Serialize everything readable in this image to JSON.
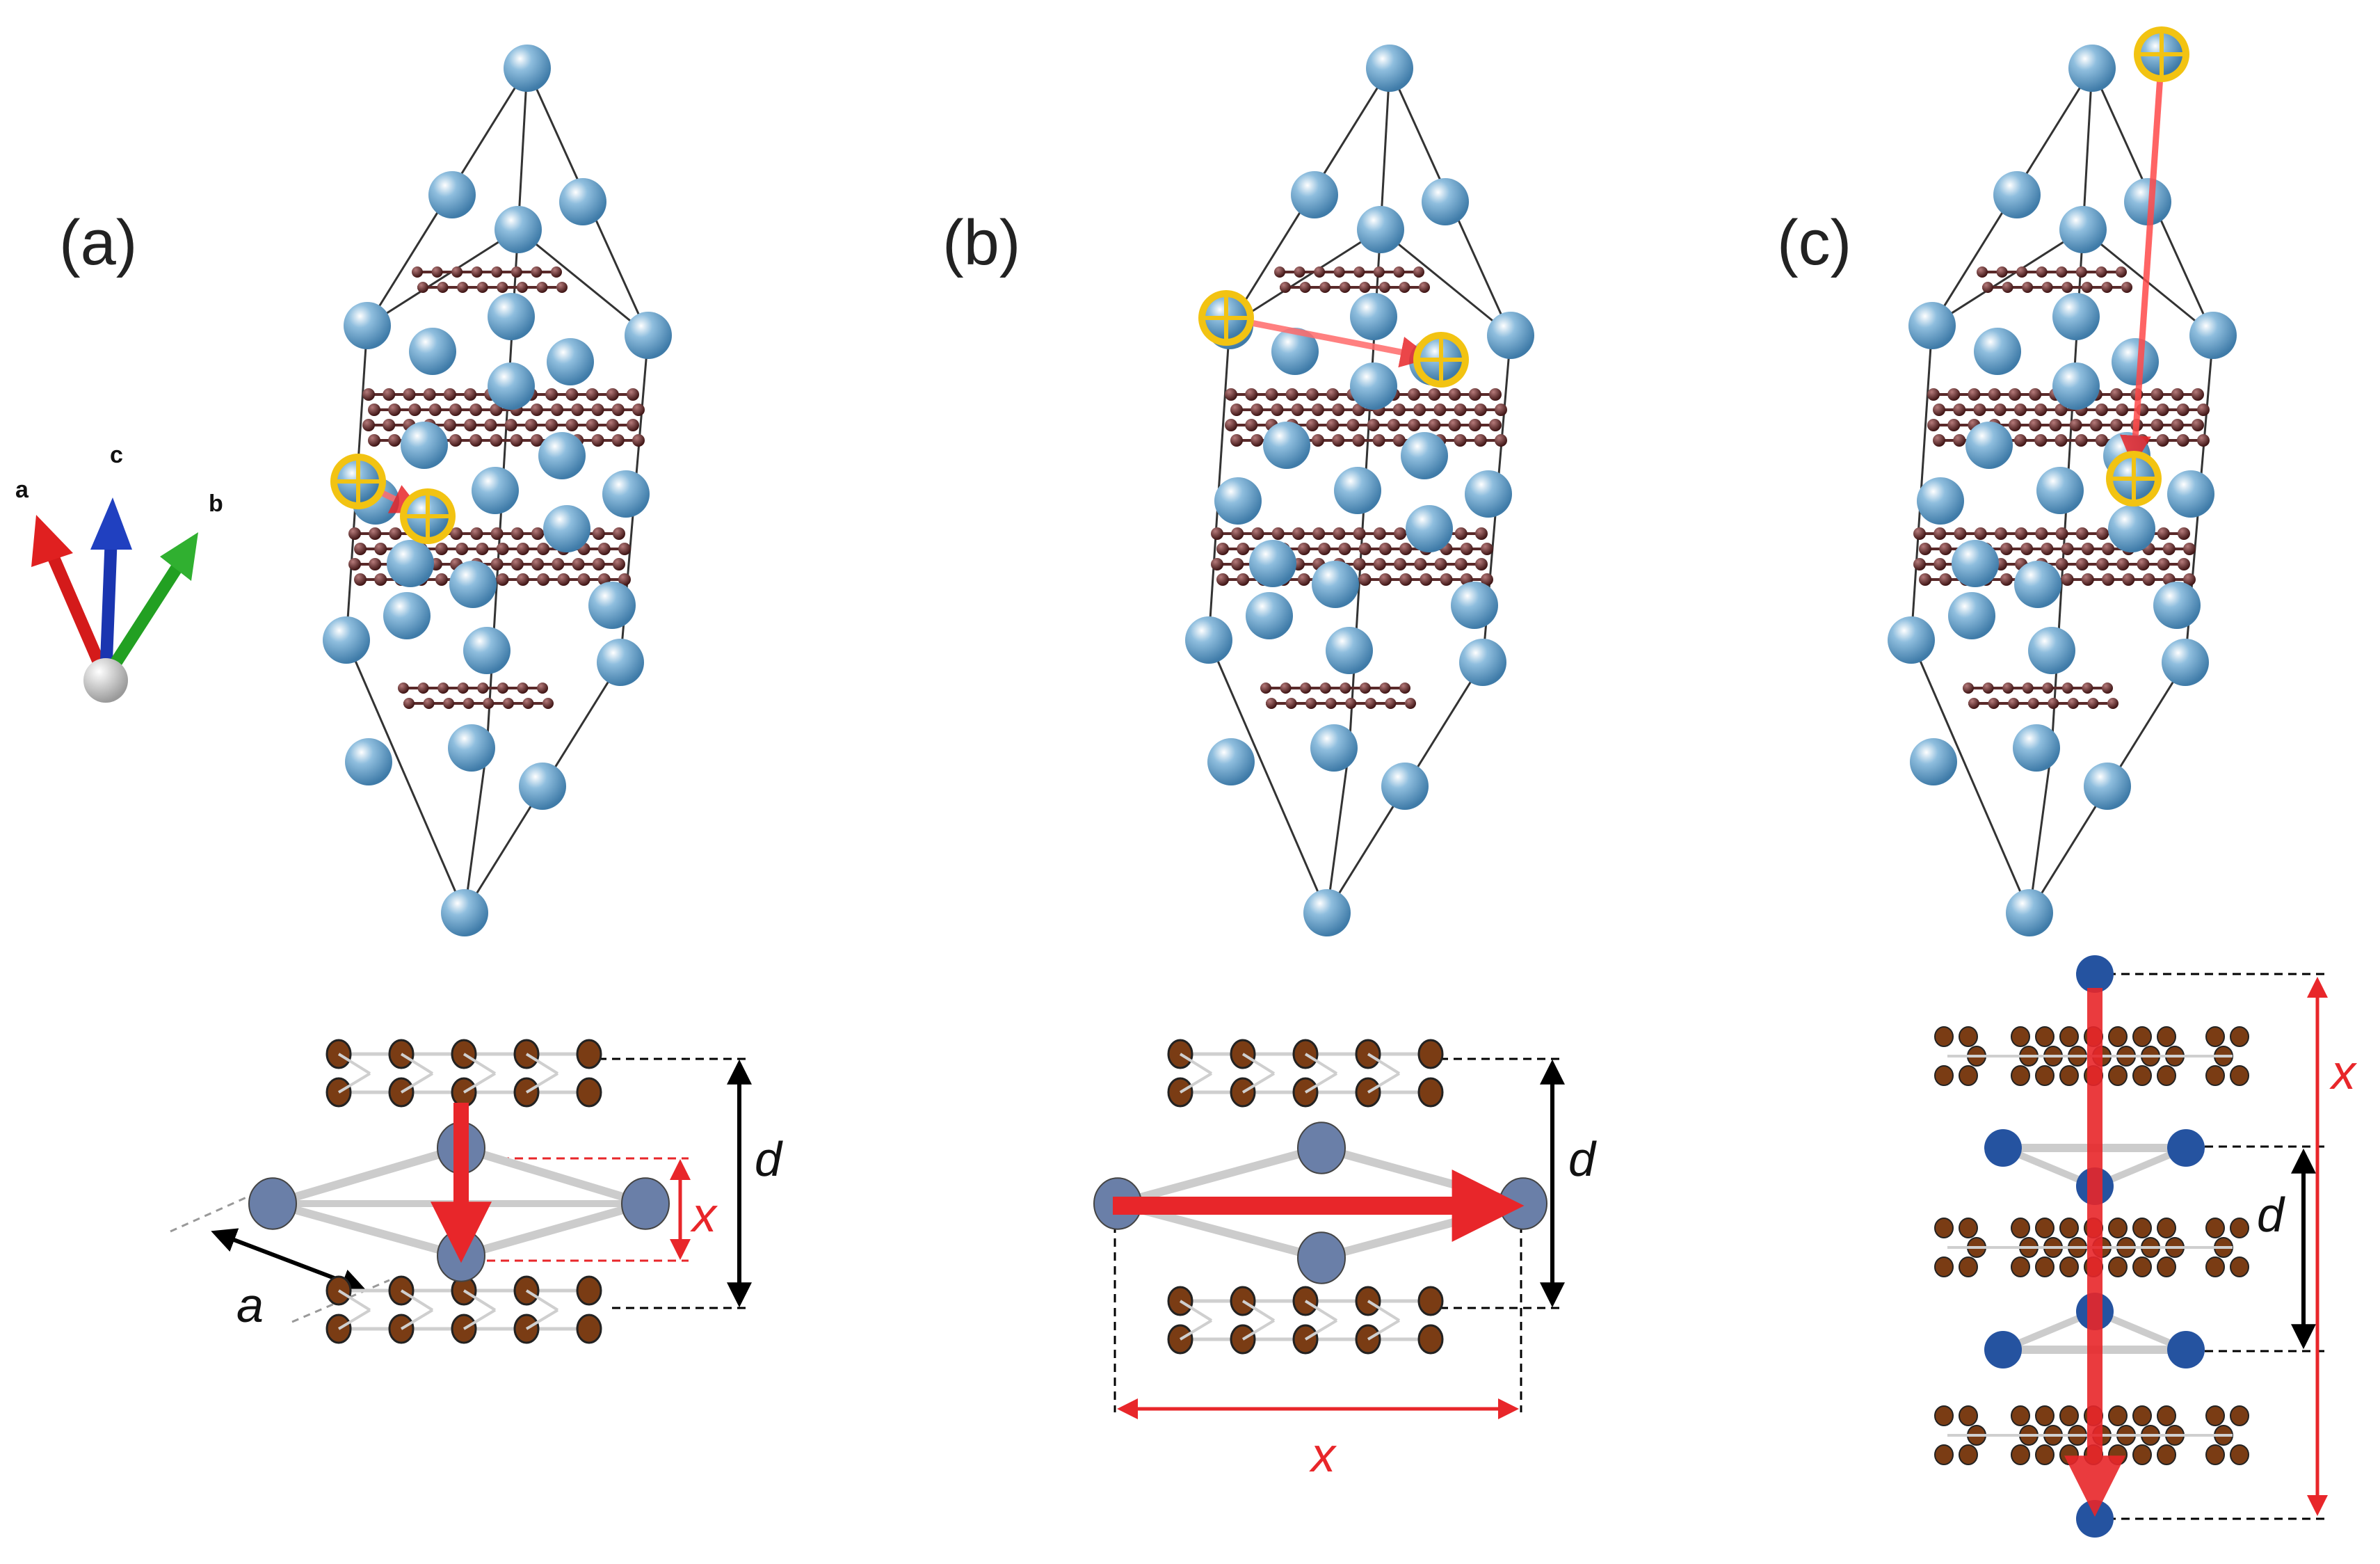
{
  "panels": [
    {
      "label": "(a)"
    },
    {
      "label": "(b)"
    },
    {
      "label": "(c)"
    }
  ],
  "axes": {
    "a": "a",
    "b": "b",
    "c": "c"
  },
  "dimensions": {
    "d": "d",
    "x": "x",
    "a": "a"
  },
  "colors": {
    "metal_atom": "#6b9fc7",
    "carbon_atom": "#5a2a2a",
    "migration_arrow": "#e8262a",
    "migration_marker_ring": "#f2c312",
    "schematic_metal": "#6a7fa8",
    "schematic_metal_c": "#2553a0",
    "schematic_carbon": "#7a3c14",
    "axis_a": "#e02020",
    "axis_b": "#30b030",
    "axis_c": "#2040c0"
  }
}
